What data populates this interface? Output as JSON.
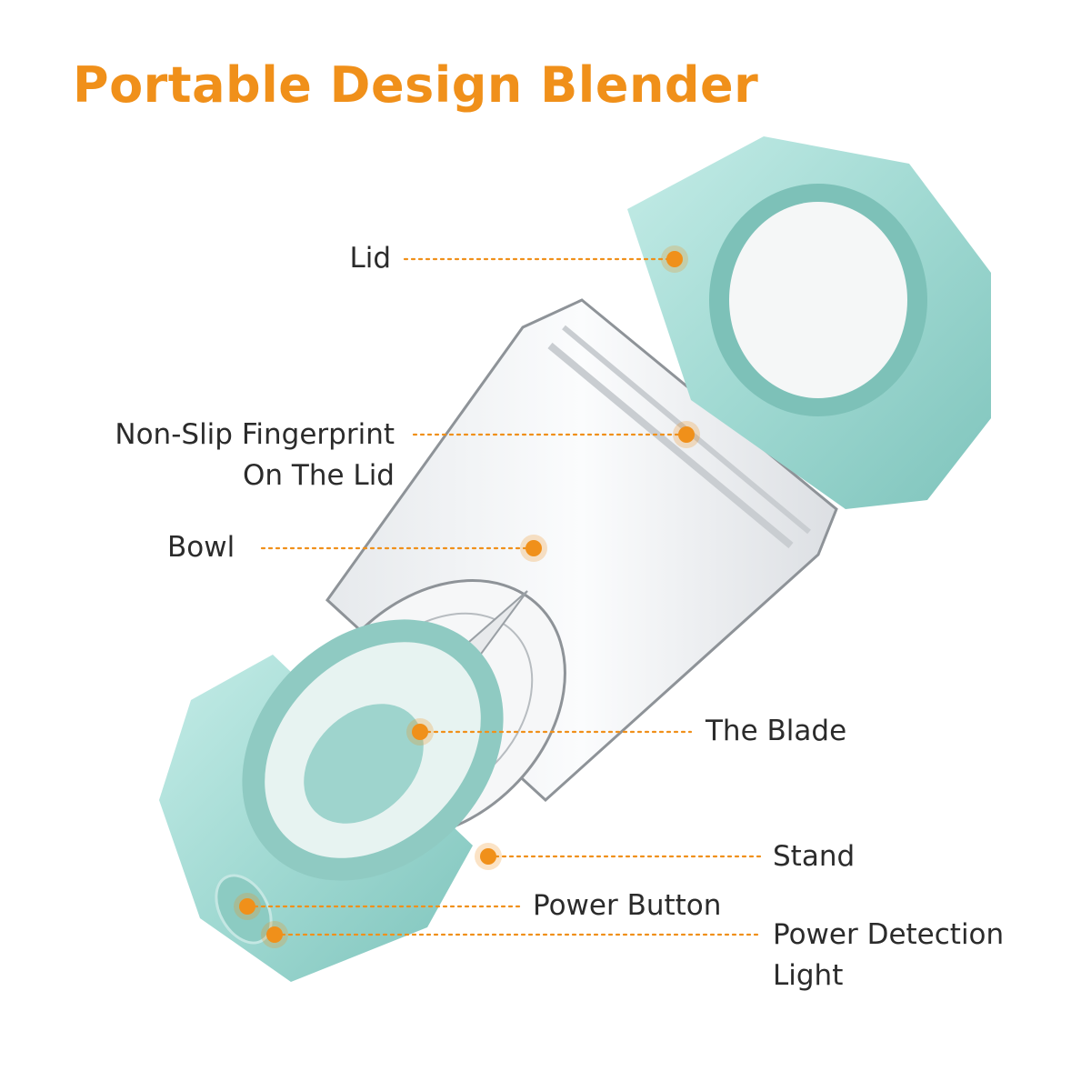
{
  "title": "Portable Design Blender",
  "labels": {
    "lid": "Lid",
    "fingerprint_line1": "Non-Slip Fingerprint",
    "fingerprint_line2": "On The Lid",
    "bowl": "Bowl",
    "blade": "The Blade",
    "stand": "Stand",
    "power_button": "Power Button",
    "power_light_line1": "Power Detection",
    "power_light_line2": "Light"
  },
  "colors": {
    "accent": "#f0901a",
    "body_teal": "#a6dcd6",
    "text": "#2b2b2b",
    "background": "#ffffff"
  }
}
